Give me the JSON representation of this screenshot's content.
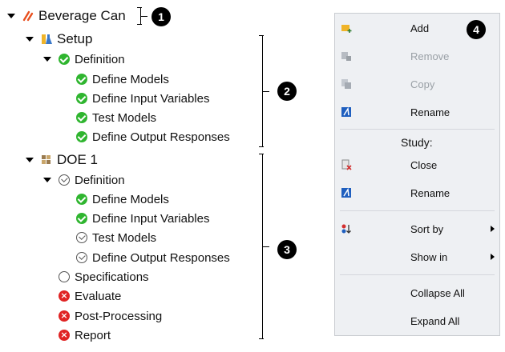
{
  "tree": {
    "root": {
      "label": "Beverage Can"
    },
    "setup": {
      "label": "Setup",
      "definition": "Definition",
      "items": [
        "Define Models",
        "Define Input Variables",
        "Test Models",
        "Define Output Responses"
      ]
    },
    "doe": {
      "label": "DOE 1",
      "definition": "Definition",
      "items": [
        "Define Models",
        "Define Input Variables",
        "Test Models",
        "Define Output Responses"
      ],
      "specifications": "Specifications",
      "evaluate": "Evaluate",
      "postprocessing": "Post-Processing",
      "report": "Report"
    }
  },
  "badges": [
    "1",
    "2",
    "3",
    "4"
  ],
  "menu": {
    "add": "Add",
    "remove": "Remove",
    "copy": "Copy",
    "rename": "Rename",
    "study_header": "Study:",
    "close": "Close",
    "rename2": "Rename",
    "sort_by": "Sort by",
    "show_in": "Show in",
    "collapse_all": "Collapse All",
    "expand_all": "Expand All"
  },
  "colors": {
    "check_green": "#2fb52f",
    "error_red": "#e02424",
    "menu_bg": "#eef0f3",
    "disabled_text": "#9aa0a6"
  }
}
